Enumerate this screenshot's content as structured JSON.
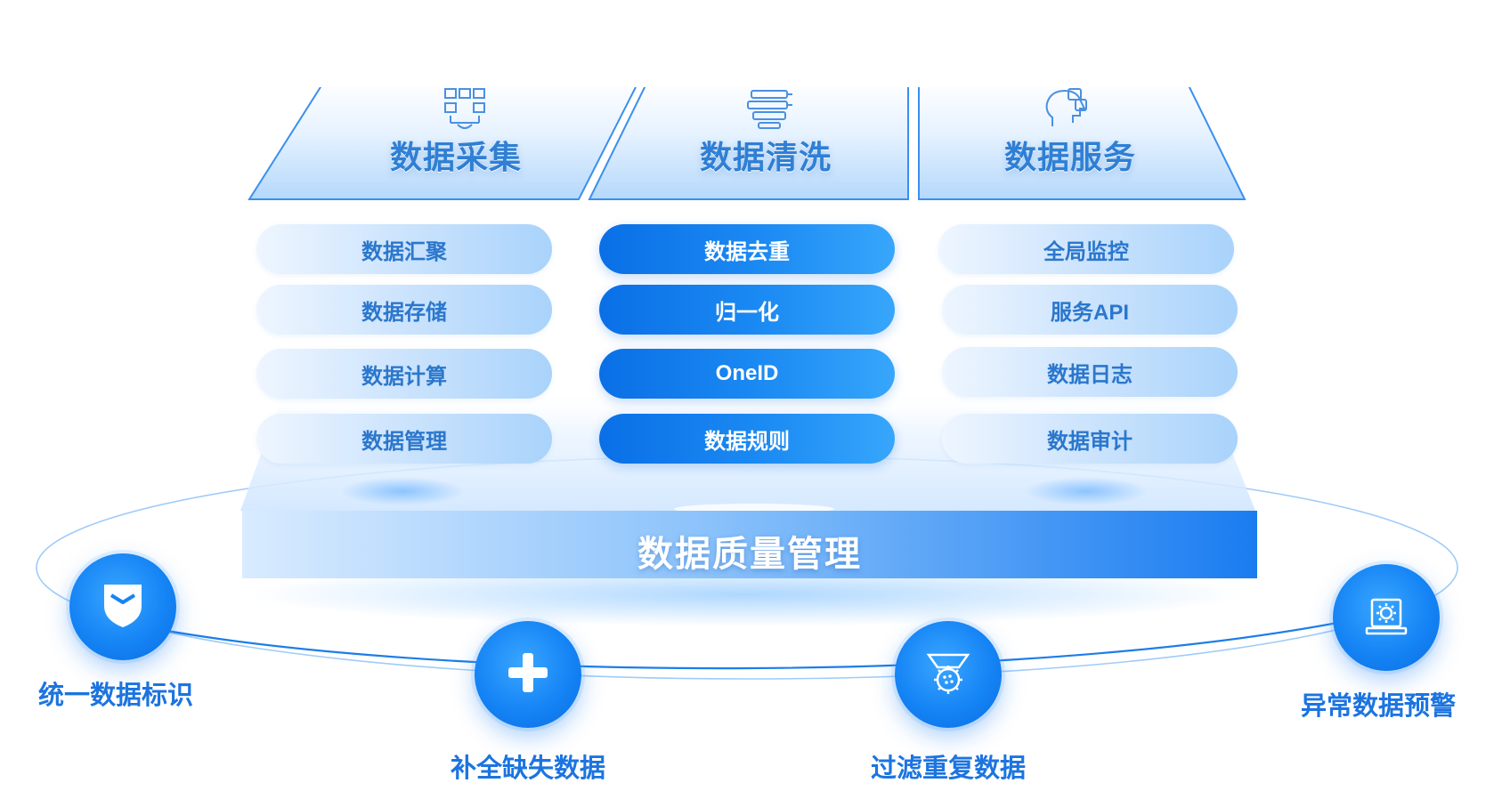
{
  "columns": [
    {
      "title": "数据采集",
      "icon": "data-collection-icon",
      "items": [
        "数据汇聚",
        "数据存储",
        "数据计算",
        "数据管理"
      ],
      "style": "light"
    },
    {
      "title": "数据清洗",
      "icon": "data-cleaning-icon",
      "items": [
        "数据去重",
        "归一化",
        "OneID",
        "数据规则"
      ],
      "style": "dark"
    },
    {
      "title": "数据服务",
      "icon": "data-service-icon",
      "items": [
        "全局监控",
        "服务API",
        "数据日志",
        "数据审计"
      ],
      "style": "light"
    }
  ],
  "platform": {
    "label": "数据质量管理"
  },
  "nodes": [
    {
      "label": "统一数据标识",
      "icon": "shield-icon"
    },
    {
      "label": "补全缺失数据",
      "icon": "plus-icon"
    },
    {
      "label": "过滤重复数据",
      "icon": "filter-gear-icon"
    },
    {
      "label": "异常数据预警",
      "icon": "alarm-light-icon"
    }
  ],
  "colors": {
    "primary": "#1584f5",
    "dark_pill": "#0a6fe6",
    "light_pill": "#cfe5fd",
    "label_text": "#1c74e0",
    "header_text": "#2f7fd4"
  }
}
